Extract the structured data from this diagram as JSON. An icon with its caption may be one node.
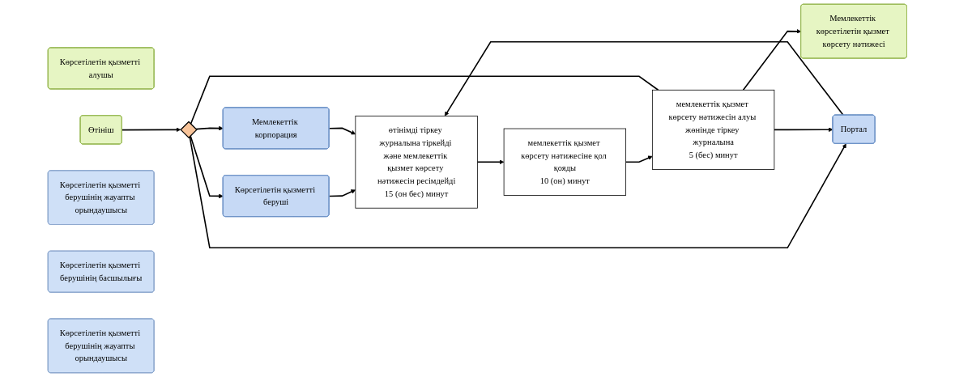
{
  "diagram": {
    "nodes": [
      {
        "text": [
          "Көрсетілетін қызметті алушы"
        ]
      },
      {
        "text": [
          "Өтініш"
        ]
      },
      {
        "text": [],
        "shape": "diamond"
      },
      {
        "text": [
          "Көрсетілетін қызметті беруші"
        ]
      },
      {
        "text": [
          "Портал"
        ]
      },
      {
        "text": [
          "Мемлекеттік корпорация"
        ]
      },
      {
        "text": [
          "Мемлекеттік көрсетілетін қызмет көрсету нәтижесі"
        ]
      },
      {
        "text": [
          "Көрсетілетін қызметті берушінің жауапты орындаушысы"
        ]
      },
      {
        "text": [
          "өтінімді тіркеу журналына тіркейді және мемлекеттік қызмет көрсету нәтижесін ресімдейді",
          "15 (он бес) минут"
        ]
      },
      {
        "text": [
          "Көрсетілетін қызметті берушінің басшылығы"
        ]
      },
      {
        "text": [
          "мемлекеттік қызмет көрсету нәтижесіне қол қояды",
          "10 (он) минут"
        ]
      },
      {
        "text": [
          "Көрсетілетін қызметті берушінің жауапты орындаушысы"
        ]
      },
      {
        "text": [
          "мемлекеттік қызмет көрсету нәтижесін алуы жөнінде тіркеу журналына",
          "5 (бес) минут"
        ]
      }
    ],
    "edges": [
      {
        "from": 1,
        "to": 2,
        "arrow": "to"
      },
      {
        "from": 2,
        "to": 3,
        "arrow": "to"
      },
      {
        "from": 2,
        "to": 4,
        "arrow": "to"
      },
      {
        "from": 2,
        "to": 5,
        "arrow": "to"
      },
      {
        "from": 3,
        "to": 8,
        "arrow": "to"
      },
      {
        "from": 4,
        "to": 8,
        "arrow": "to"
      },
      {
        "from": 5,
        "to": 8,
        "arrow": "to"
      },
      {
        "from": 8,
        "to": 10,
        "arrow": "to"
      },
      {
        "from": 10,
        "to": 12,
        "arrow": "to"
      },
      {
        "from": 12,
        "to": 6,
        "arrow": "to"
      },
      {
        "from": 12,
        "to": 4,
        "arrow": "to"
      },
      {
        "from": 12,
        "to": 2,
        "arrow": "none"
      }
    ]
  }
}
